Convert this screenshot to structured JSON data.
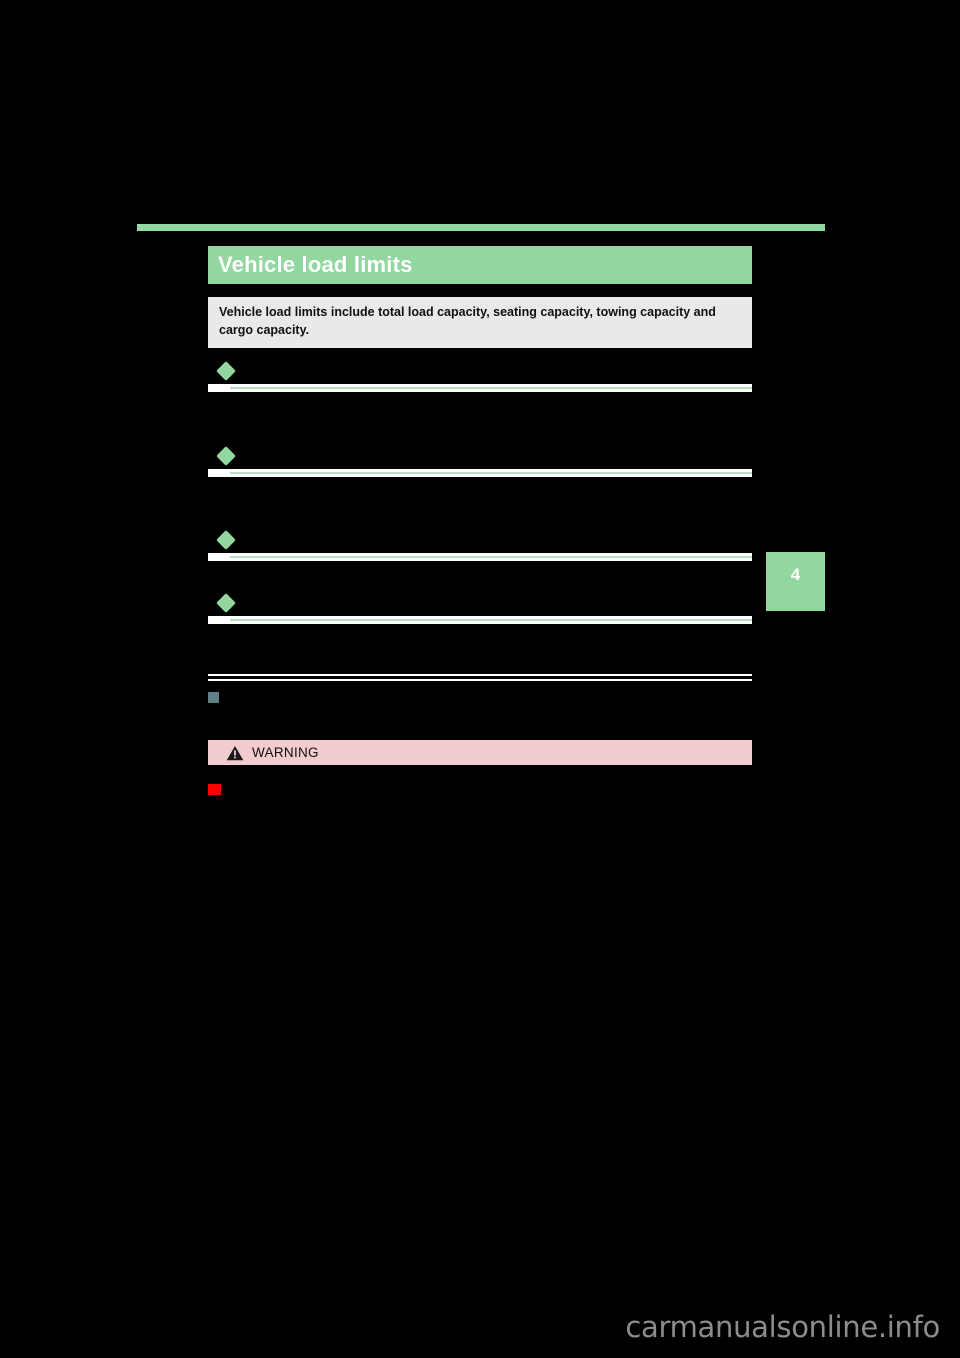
{
  "page": {
    "background_color": "#000000",
    "accent_color": "#92d6a0",
    "warning_banner_color": "#f2ccce",
    "intro_box_color": "#e9e9e9",
    "slate_bullet_color": "#5f8185",
    "red_bullet_color": "#ff0000"
  },
  "header": {
    "title": "Vehicle load limits"
  },
  "intro": {
    "text": "Vehicle load limits include total load capacity, seating capacity, towing capacity and cargo capacity."
  },
  "sections": [
    {
      "marker": "diamond",
      "label": ""
    },
    {
      "marker": "diamond",
      "label": ""
    },
    {
      "marker": "diamond",
      "label": ""
    },
    {
      "marker": "diamond",
      "label": ""
    }
  ],
  "subsections": [
    {
      "marker": "square-slate",
      "label": ""
    }
  ],
  "warning": {
    "label": "WARNING",
    "icon": "warning-triangle-icon",
    "items": [
      {
        "marker": "square-red",
        "label": ""
      }
    ]
  },
  "page_tab": {
    "number": "4"
  },
  "watermark": {
    "text": "carmanualsonline.info"
  }
}
